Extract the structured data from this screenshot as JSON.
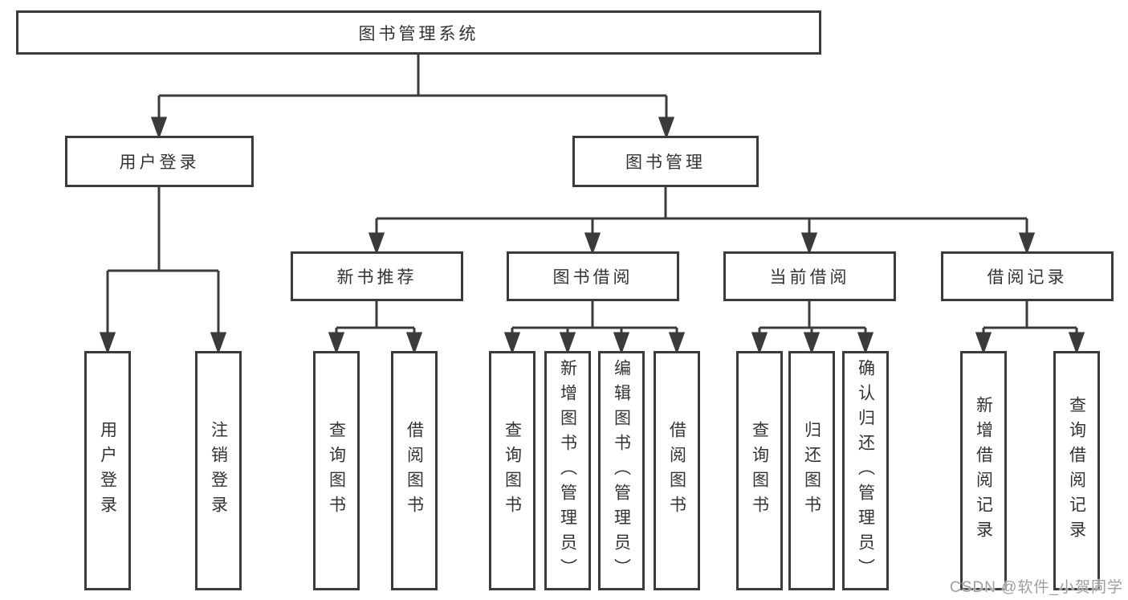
{
  "tree": {
    "label": "图书管理系统",
    "children": [
      {
        "label": "用户登录",
        "children": [
          {
            "label": "用户登录"
          },
          {
            "label": "注销登录"
          }
        ]
      },
      {
        "label": "图书管理",
        "children": [
          {
            "label": "新书推荐",
            "children": [
              {
                "label": "查询图书"
              },
              {
                "label": "借阅图书"
              }
            ]
          },
          {
            "label": "图书借阅",
            "children": [
              {
                "label": "查询图书"
              },
              {
                "label": "新增图书（管理员）"
              },
              {
                "label": "编辑图书（管理员）"
              },
              {
                "label": "借阅图书"
              }
            ]
          },
          {
            "label": "当前借阅",
            "children": [
              {
                "label": "查询图书"
              },
              {
                "label": "归还图书"
              },
              {
                "label": "确认归还（管理员）"
              }
            ]
          },
          {
            "label": "借阅记录",
            "children": [
              {
                "label": "新增借阅记录"
              },
              {
                "label": "查询借阅记录"
              }
            ]
          }
        ]
      }
    ]
  },
  "watermark": {
    "text": "CSDN @软件_小贺同学"
  },
  "icons": {
    "arrowhead_down": "▼"
  },
  "colors": {
    "line": "#3b3b3b",
    "text": "#333333",
    "watermark": "#9e9e9e",
    "background": "#ffffff"
  }
}
